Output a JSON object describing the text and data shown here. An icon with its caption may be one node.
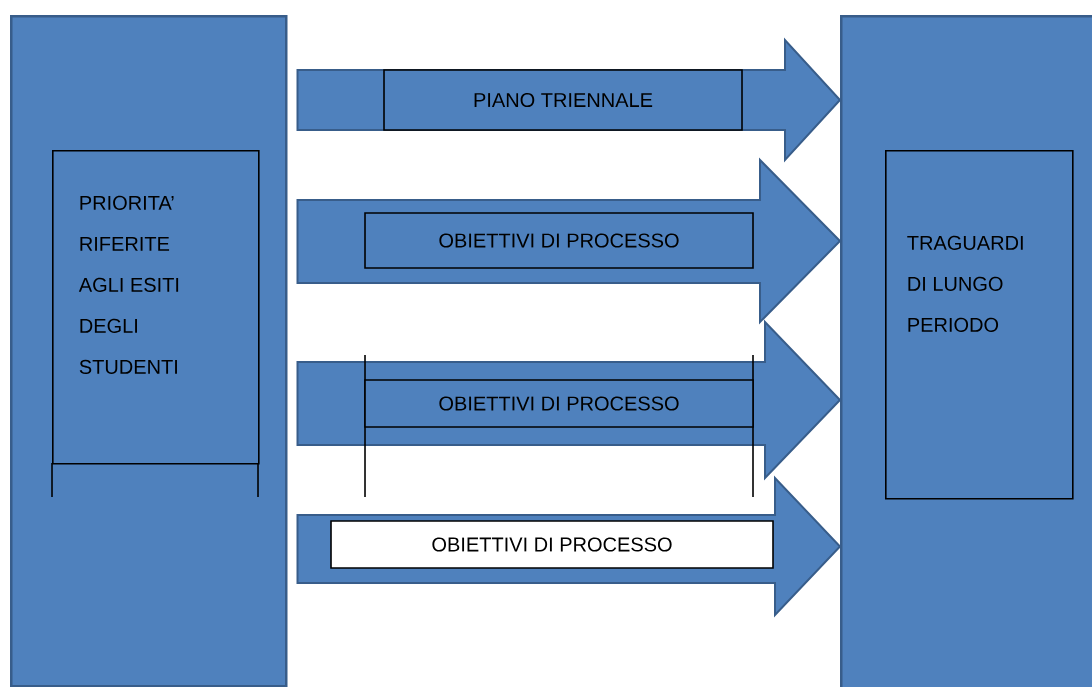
{
  "diagram": {
    "nodes": [
      {
        "text": [],
        "shape": "box"
      },
      {
        "text": [
          "PRIORITA’ RIFERITE AGLI ESITI DEGLI STUDENTI"
        ],
        "in": 0
      },
      {
        "text": [],
        "shape": "box"
      },
      {
        "text": [
          "TRAGUARDI DI LUNGO PERIODO"
        ],
        "in": 2
      }
    ],
    "edges": [
      {
        "from": 0,
        "to": 2,
        "arrow": "to",
        "label": "PIANO TRIENNALE"
      },
      {
        "from": 0,
        "to": 2,
        "arrow": "to",
        "label": "OBIETTIVI DI PROCESSO"
      },
      {
        "from": 0,
        "to": 2,
        "arrow": "to",
        "label": "OBIETTIVI DI PROCESSO"
      },
      {
        "from": 0,
        "to": 2,
        "arrow": "to",
        "label": "OBIETTIVI DI PROCESSO"
      }
    ]
  }
}
